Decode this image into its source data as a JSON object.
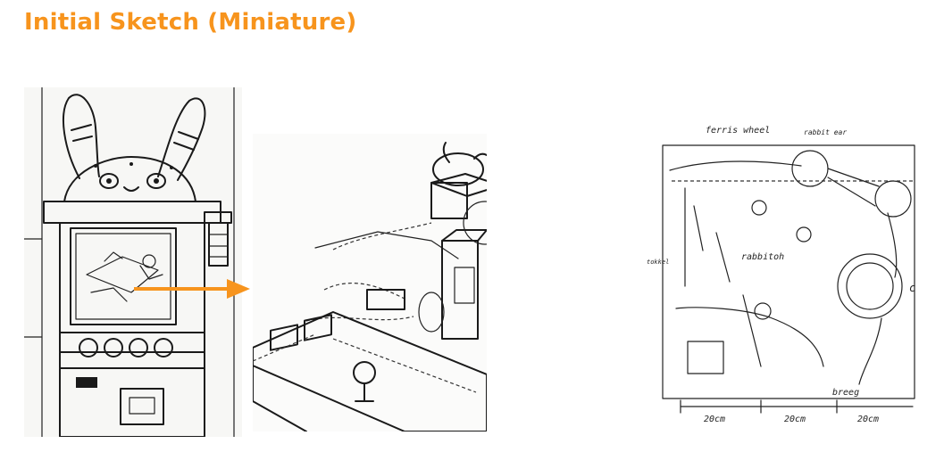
{
  "page": {
    "title": "Initial Sketch (Miniature)",
    "accent_color": "#f7941d"
  },
  "sketches": {
    "third": {
      "labels": {
        "top_left": "ferris wheel",
        "top_right": "rabbit ear",
        "center": "rabbitoh",
        "left": "tokkel",
        "bottom": "breeg",
        "dim1": "20cm",
        "dim2": "20cm",
        "dim3": "20cm",
        "right_tick": "c"
      }
    }
  }
}
